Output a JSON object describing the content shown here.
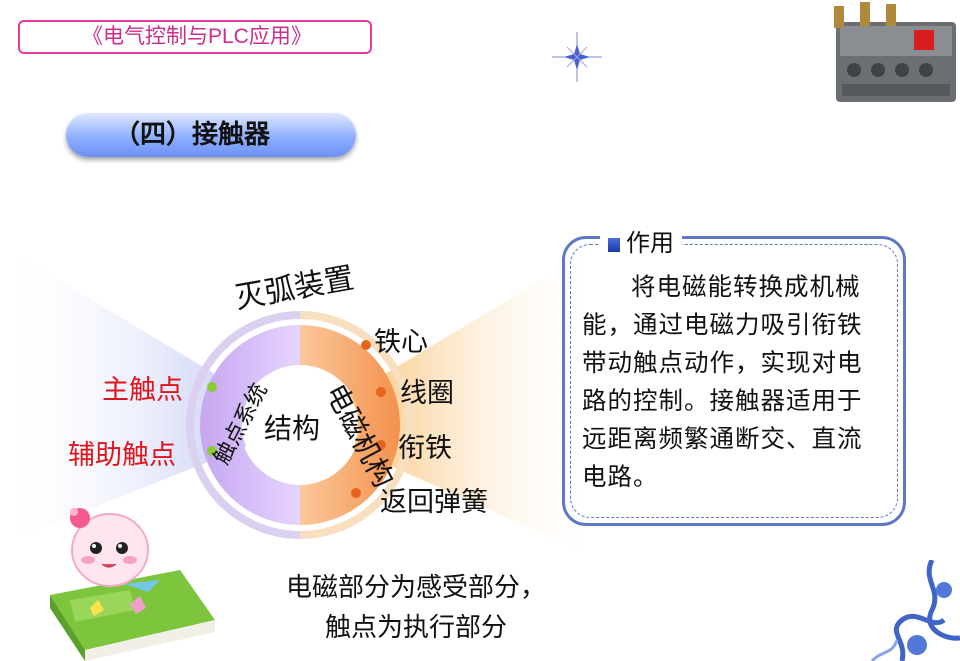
{
  "header": {
    "course_title": "《电气控制与PLC应用》",
    "section_title": "（四）接触器"
  },
  "diagram": {
    "center_label": "结构",
    "arc_label": "灭弧装置",
    "left_group_label": "触点系统",
    "right_group_label": "电磁机构",
    "left_items": [
      "主触点",
      "辅助触点"
    ],
    "right_items": [
      "铁心",
      "线圈",
      "衔铁",
      "返回弹簧"
    ]
  },
  "info": {
    "title": "作用",
    "body": "将电磁能转换成机械能，通过电磁力吸引衔铁带动触点动作，实现对电路的控制。接触器适用于远距离频繁通断交、直流电路。"
  },
  "footer": {
    "line1": "电磁部分为感受部分，",
    "line2": "触点为执行部分"
  },
  "colors": {
    "accent_pink": "#e23aa0",
    "pill_blue": "#7c9cf8",
    "box_border": "#5d78c4",
    "red_text": "#e0141d",
    "left_fan": "#cbd4f5",
    "right_fan": "#f6b24a"
  }
}
